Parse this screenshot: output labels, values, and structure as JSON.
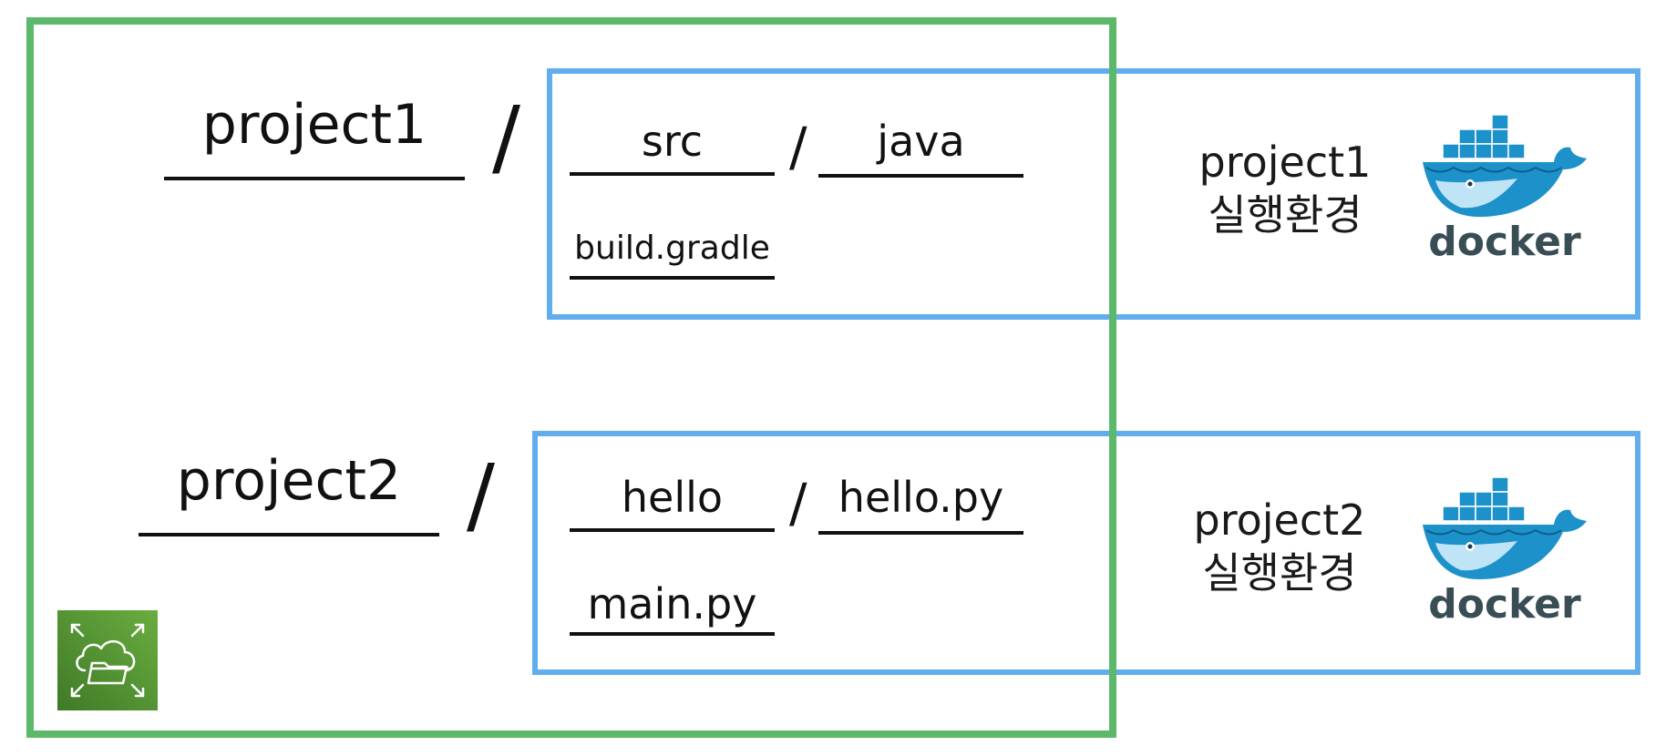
{
  "colors": {
    "efs_border": "#5cb96b",
    "env_border": "#61aded",
    "docker_blue": "#1d91c9",
    "docker_text": "#394d54",
    "efs_icon_bg": "#4a8a2f"
  },
  "icons": {
    "efs": "efs-icon",
    "docker": "docker-whale-icon"
  },
  "efs": {
    "project1": {
      "name": "project1",
      "slash": "/",
      "sub_slash": "/",
      "dir": "src",
      "subdir": "java",
      "file": "build.gradle"
    },
    "project2": {
      "name": "project2",
      "slash": "/",
      "sub_slash": "/",
      "dir": "hello",
      "subdir": "hello.py",
      "file": "main.py"
    }
  },
  "environments": [
    {
      "line1": "project1",
      "line2": "실행환경",
      "logo_text": "docker"
    },
    {
      "line1": "project2",
      "line2": "실행환경",
      "logo_text": "docker"
    }
  ]
}
